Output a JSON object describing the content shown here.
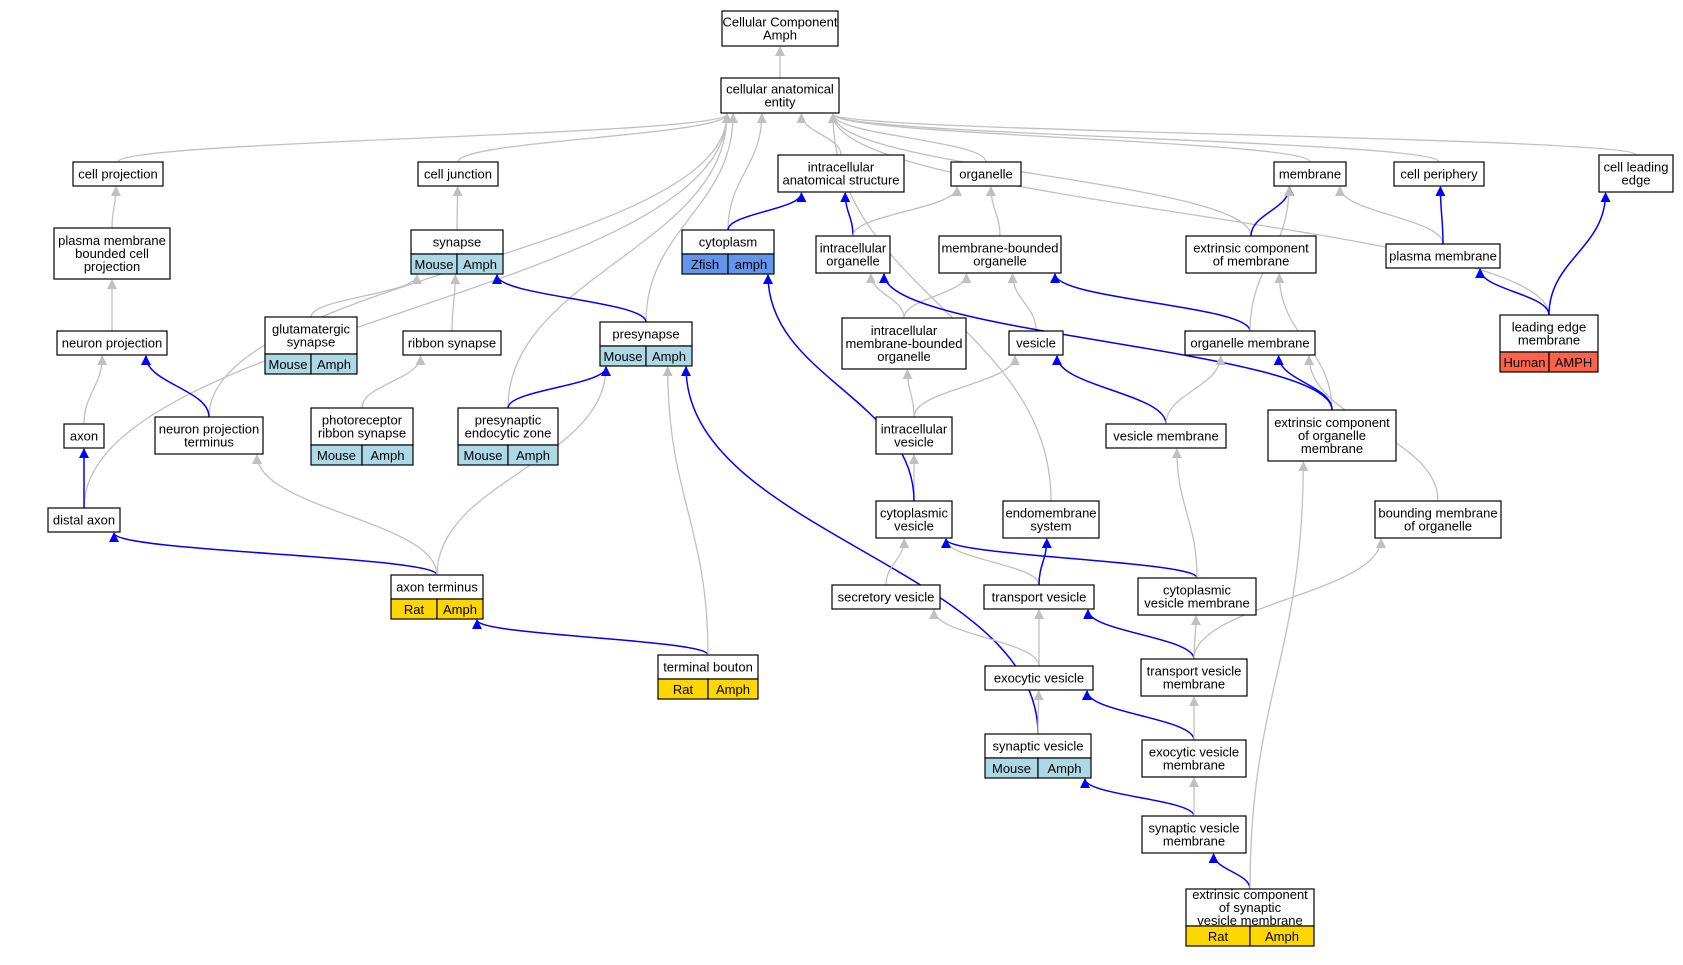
{
  "colors": {
    "gray_edge": "#c0c0c0",
    "blue_edge": "#0000ff",
    "mouse_fill": "#add8e6",
    "rat_fill": "#ffd700",
    "zfish_fill": "#6495ed",
    "human_fill": "#ff6347"
  },
  "nodes": [
    {
      "id": "root",
      "lines": [
        "Cellular Component",
        "Amph"
      ]
    },
    {
      "id": "cae",
      "lines": [
        "cellular anatomical",
        "entity"
      ]
    },
    {
      "id": "cellproj",
      "lines": [
        "cell projection"
      ]
    },
    {
      "id": "celljunc",
      "lines": [
        "cell junction"
      ]
    },
    {
      "id": "ias",
      "lines": [
        "intracellular",
        "anatomical structure"
      ]
    },
    {
      "id": "organelle",
      "lines": [
        "organelle"
      ]
    },
    {
      "id": "membrane",
      "lines": [
        "membrane"
      ]
    },
    {
      "id": "cellperiph",
      "lines": [
        "cell periphery"
      ]
    },
    {
      "id": "cellleading",
      "lines": [
        "cell leading",
        "edge"
      ]
    },
    {
      "id": "pmbcp",
      "lines": [
        "plasma membrane",
        "bounded cell",
        "projection"
      ]
    },
    {
      "id": "synapse",
      "lines": [
        "synapse"
      ],
      "species": [
        {
          "label": "Mouse",
          "kind": "mouse"
        },
        {
          "label": "Amph",
          "kind": "mouse"
        }
      ]
    },
    {
      "id": "cytoplasm",
      "lines": [
        "cytoplasm"
      ],
      "species": [
        {
          "label": "Zfish",
          "kind": "zfish"
        },
        {
          "label": "amph",
          "kind": "zfish"
        }
      ]
    },
    {
      "id": "intraorg",
      "lines": [
        "intracellular",
        "organelle"
      ]
    },
    {
      "id": "mbo",
      "lines": [
        "membrane-bounded",
        "organelle"
      ]
    },
    {
      "id": "ecm",
      "lines": [
        "extrinsic component",
        "of membrane"
      ]
    },
    {
      "id": "plasmamem",
      "lines": [
        "plasma membrane"
      ]
    },
    {
      "id": "glut",
      "lines": [
        "glutamatergic",
        "synapse"
      ],
      "species": [
        {
          "label": "Mouse",
          "kind": "mouse"
        },
        {
          "label": "Amph",
          "kind": "mouse"
        }
      ]
    },
    {
      "id": "ribbon",
      "lines": [
        "ribbon synapse"
      ]
    },
    {
      "id": "presynapse",
      "lines": [
        "presynapse"
      ],
      "species": [
        {
          "label": "Mouse",
          "kind": "mouse"
        },
        {
          "label": "Amph",
          "kind": "mouse"
        }
      ]
    },
    {
      "id": "imbo",
      "lines": [
        "intracellular",
        "membrane-bounded",
        "organelle"
      ]
    },
    {
      "id": "vesicle",
      "lines": [
        "vesicle"
      ]
    },
    {
      "id": "orgmem",
      "lines": [
        "organelle membrane"
      ]
    },
    {
      "id": "leadingedge",
      "lines": [
        "leading edge",
        "membrane"
      ],
      "species": [
        {
          "label": "Human",
          "kind": "human"
        },
        {
          "label": "AMPH",
          "kind": "human"
        }
      ]
    },
    {
      "id": "neuronproj",
      "lines": [
        "neuron projection"
      ]
    },
    {
      "id": "axon",
      "lines": [
        "axon"
      ]
    },
    {
      "id": "npt",
      "lines": [
        "neuron projection",
        "terminus"
      ]
    },
    {
      "id": "photoribbon",
      "lines": [
        "photoreceptor",
        "ribbon synapse"
      ],
      "species": [
        {
          "label": "Mouse",
          "kind": "mouse"
        },
        {
          "label": "Amph",
          "kind": "mouse"
        }
      ]
    },
    {
      "id": "presynendo",
      "lines": [
        "presynaptic",
        "endocytic zone"
      ],
      "species": [
        {
          "label": "Mouse",
          "kind": "mouse"
        },
        {
          "label": "Amph",
          "kind": "mouse"
        }
      ]
    },
    {
      "id": "intraves",
      "lines": [
        "intracellular",
        "vesicle"
      ]
    },
    {
      "id": "vesmem",
      "lines": [
        "vesicle membrane"
      ]
    },
    {
      "id": "ecom",
      "lines": [
        "extrinsic component",
        "of organelle",
        "membrane"
      ]
    },
    {
      "id": "distalaxon",
      "lines": [
        "distal axon"
      ]
    },
    {
      "id": "cytoves",
      "lines": [
        "cytoplasmic",
        "vesicle"
      ]
    },
    {
      "id": "endomem",
      "lines": [
        "endomembrane",
        "system"
      ]
    },
    {
      "id": "boundmem",
      "lines": [
        "bounding membrane",
        "of organelle"
      ]
    },
    {
      "id": "axonterm",
      "lines": [
        "axon terminus"
      ],
      "species": [
        {
          "label": "Rat",
          "kind": "rat"
        },
        {
          "label": "Amph",
          "kind": "rat"
        }
      ]
    },
    {
      "id": "secves",
      "lines": [
        "secretory vesicle"
      ]
    },
    {
      "id": "transves",
      "lines": [
        "transport vesicle"
      ]
    },
    {
      "id": "cvm",
      "lines": [
        "cytoplasmic",
        "vesicle membrane"
      ]
    },
    {
      "id": "termbouton",
      "lines": [
        "terminal bouton"
      ],
      "species": [
        {
          "label": "Rat",
          "kind": "rat"
        },
        {
          "label": "Amph",
          "kind": "rat"
        }
      ]
    },
    {
      "id": "exoves",
      "lines": [
        "exocytic vesicle"
      ]
    },
    {
      "id": "tvm",
      "lines": [
        "transport vesicle",
        "membrane"
      ]
    },
    {
      "id": "synves",
      "lines": [
        "synaptic vesicle"
      ],
      "species": [
        {
          "label": "Mouse",
          "kind": "mouse"
        },
        {
          "label": "Amph",
          "kind": "mouse"
        }
      ]
    },
    {
      "id": "evm",
      "lines": [
        "exocytic vesicle",
        "membrane"
      ]
    },
    {
      "id": "svm",
      "lines": [
        "synaptic vesicle",
        "membrane"
      ]
    },
    {
      "id": "ecsvm",
      "lines": [
        "extrinsic component",
        "of synaptic",
        "vesicle membrane"
      ],
      "species": [
        {
          "label": "Rat",
          "kind": "rat"
        },
        {
          "label": "Amph",
          "kind": "rat"
        }
      ]
    }
  ],
  "edges": [
    {
      "from": "cae",
      "to": "root",
      "kind": "gray"
    },
    {
      "from": "cellproj",
      "to": "cae",
      "kind": "gray"
    },
    {
      "from": "celljunc",
      "to": "cae",
      "kind": "gray"
    },
    {
      "from": "ias",
      "to": "cae",
      "kind": "gray"
    },
    {
      "from": "organelle",
      "to": "cae",
      "kind": "gray"
    },
    {
      "from": "membrane",
      "to": "cae",
      "kind": "gray"
    },
    {
      "from": "cellperiph",
      "to": "cae",
      "kind": "gray"
    },
    {
      "from": "cellleading",
      "to": "cae",
      "kind": "gray"
    },
    {
      "from": "cytoplasm",
      "to": "cae",
      "kind": "gray"
    },
    {
      "from": "ecm",
      "to": "cae",
      "kind": "gray"
    },
    {
      "from": "presynapse",
      "to": "cae",
      "kind": "gray"
    },
    {
      "from": "presynendo",
      "to": "cae",
      "kind": "gray"
    },
    {
      "from": "npt",
      "to": "cae",
      "kind": "gray"
    },
    {
      "from": "distalaxon",
      "to": "cae",
      "kind": "gray"
    },
    {
      "from": "endomem",
      "to": "cae",
      "kind": "gray"
    },
    {
      "from": "leadingedge",
      "to": "cae",
      "kind": "gray"
    },
    {
      "from": "pmbcp",
      "to": "cellproj",
      "kind": "gray"
    },
    {
      "from": "neuronproj",
      "to": "pmbcp",
      "kind": "gray"
    },
    {
      "from": "axon",
      "to": "neuronproj",
      "kind": "gray"
    },
    {
      "from": "npt",
      "to": "neuronproj",
      "kind": "blue"
    },
    {
      "from": "distalaxon",
      "to": "axon",
      "kind": "blue"
    },
    {
      "from": "axonterm",
      "to": "distalaxon",
      "kind": "blue"
    },
    {
      "from": "axonterm",
      "to": "npt",
      "kind": "gray"
    },
    {
      "from": "axonterm",
      "to": "presynapse",
      "kind": "gray"
    },
    {
      "from": "termbouton",
      "to": "axonterm",
      "kind": "blue"
    },
    {
      "from": "termbouton",
      "to": "presynapse",
      "kind": "gray"
    },
    {
      "from": "synapse",
      "to": "celljunc",
      "kind": "gray"
    },
    {
      "from": "glut",
      "to": "synapse",
      "kind": "gray"
    },
    {
      "from": "ribbon",
      "to": "synapse",
      "kind": "gray"
    },
    {
      "from": "photoribbon",
      "to": "ribbon",
      "kind": "gray"
    },
    {
      "from": "presynapse",
      "to": "synapse",
      "kind": "blue"
    },
    {
      "from": "presynendo",
      "to": "presynapse",
      "kind": "blue"
    },
    {
      "from": "synves",
      "to": "presynapse",
      "kind": "blue"
    },
    {
      "from": "cytoplasm",
      "to": "ias",
      "kind": "blue"
    },
    {
      "from": "intraorg",
      "to": "ias",
      "kind": "blue"
    },
    {
      "from": "intraorg",
      "to": "organelle",
      "kind": "gray"
    },
    {
      "from": "mbo",
      "to": "organelle",
      "kind": "gray"
    },
    {
      "from": "imbo",
      "to": "intraorg",
      "kind": "gray"
    },
    {
      "from": "imbo",
      "to": "mbo",
      "kind": "gray"
    },
    {
      "from": "vesicle",
      "to": "mbo",
      "kind": "gray"
    },
    {
      "from": "orgmem",
      "to": "mbo",
      "kind": "blue"
    },
    {
      "from": "ecom",
      "to": "intraorg",
      "kind": "blue"
    },
    {
      "from": "intraves",
      "to": "imbo",
      "kind": "gray"
    },
    {
      "from": "intraves",
      "to": "vesicle",
      "kind": "gray"
    },
    {
      "from": "vesmem",
      "to": "vesicle",
      "kind": "blue"
    },
    {
      "from": "vesmem",
      "to": "orgmem",
      "kind": "gray"
    },
    {
      "from": "cytoves",
      "to": "intraves",
      "kind": "gray"
    },
    {
      "from": "cytoves",
      "to": "cytoplasm",
      "kind": "blue"
    },
    {
      "from": "ecm",
      "to": "membrane",
      "kind": "blue"
    },
    {
      "from": "orgmem",
      "to": "membrane",
      "kind": "gray"
    },
    {
      "from": "plasmamem",
      "to": "membrane",
      "kind": "gray"
    },
    {
      "from": "plasmamem",
      "to": "cellperiph",
      "kind": "blue"
    },
    {
      "from": "leadingedge",
      "to": "plasmamem",
      "kind": "blue"
    },
    {
      "from": "leadingedge",
      "to": "cellleading",
      "kind": "blue"
    },
    {
      "from": "ecom",
      "to": "ecm",
      "kind": "gray"
    },
    {
      "from": "ecom",
      "to": "orgmem",
      "kind": "blue"
    },
    {
      "from": "boundmem",
      "to": "orgmem",
      "kind": "gray"
    },
    {
      "from": "secves",
      "to": "cytoves",
      "kind": "gray"
    },
    {
      "from": "transves",
      "to": "cytoves",
      "kind": "gray"
    },
    {
      "from": "transves",
      "to": "endomem",
      "kind": "blue"
    },
    {
      "from": "cvm",
      "to": "cytoves",
      "kind": "blue"
    },
    {
      "from": "cvm",
      "to": "vesmem",
      "kind": "gray"
    },
    {
      "from": "exoves",
      "to": "secves",
      "kind": "gray"
    },
    {
      "from": "exoves",
      "to": "transves",
      "kind": "gray"
    },
    {
      "from": "tvm",
      "to": "transves",
      "kind": "blue"
    },
    {
      "from": "tvm",
      "to": "cvm",
      "kind": "gray"
    },
    {
      "from": "tvm",
      "to": "boundmem",
      "kind": "gray"
    },
    {
      "from": "synves",
      "to": "exoves",
      "kind": "gray"
    },
    {
      "from": "evm",
      "to": "exoves",
      "kind": "blue"
    },
    {
      "from": "evm",
      "to": "tvm",
      "kind": "gray"
    },
    {
      "from": "svm",
      "to": "synves",
      "kind": "blue"
    },
    {
      "from": "svm",
      "to": "evm",
      "kind": "gray"
    },
    {
      "from": "ecsvm",
      "to": "svm",
      "kind": "blue"
    },
    {
      "from": "ecsvm",
      "to": "ecom",
      "kind": "gray"
    }
  ]
}
